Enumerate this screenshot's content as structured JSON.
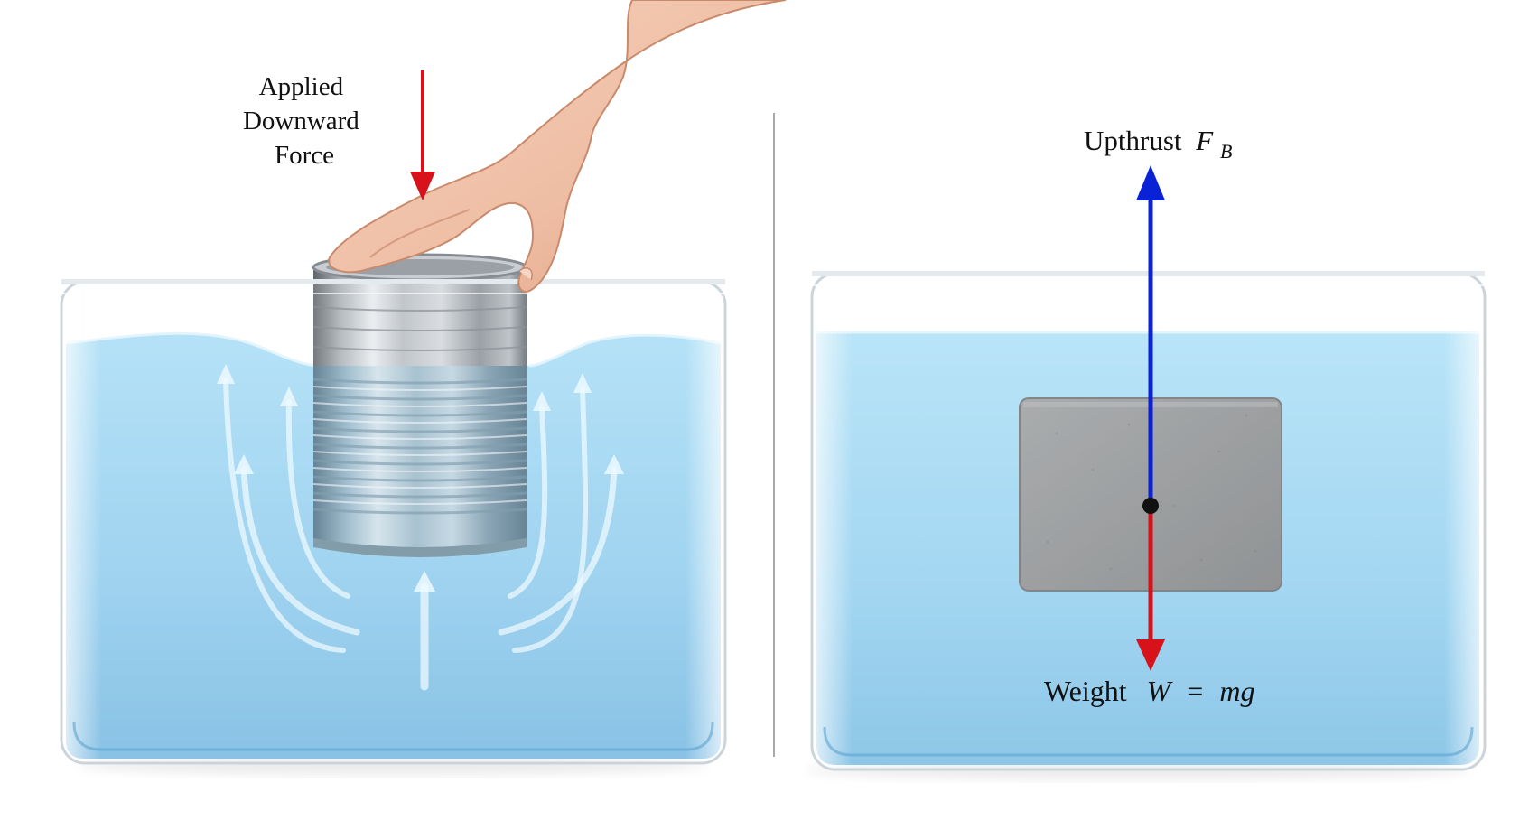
{
  "left_panel": {
    "force_label": [
      "Applied",
      "Downward",
      "Force"
    ],
    "colors": {
      "force_arrow": "#d8121b",
      "water": "#8fd0f1",
      "flow_arrows": "#e8f7ff"
    },
    "icons": [
      "hand-icon",
      "tin-can-icon",
      "water-tank-icon"
    ]
  },
  "right_panel": {
    "upthrust_label": "Upthrust",
    "upthrust_symbol": "F",
    "upthrust_subscript": "B",
    "weight_label": "Weight",
    "weight_formula_lhs": "W",
    "weight_formula_eq": "=",
    "weight_formula_rhs": "mg",
    "colors": {
      "upthrust_arrow": "#0a22d6",
      "weight_arrow": "#d8121b",
      "block": "#8f9294",
      "water": "#8fd0f1"
    },
    "icons": [
      "concrete-block-icon",
      "water-tank-icon"
    ]
  },
  "divider_color": "#a8a8a8"
}
